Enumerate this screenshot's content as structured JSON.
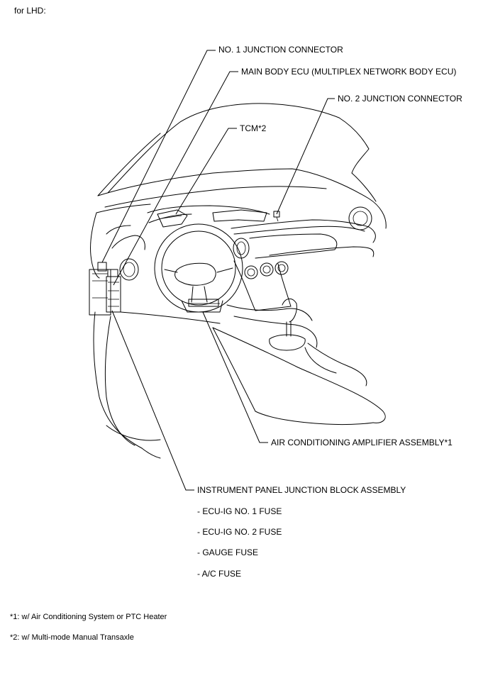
{
  "header": {
    "variant": "for LHD:"
  },
  "labels": {
    "no1_junction": "NO. 1 JUNCTION CONNECTOR",
    "main_body_ecu": "MAIN BODY ECU (MULTIPLEX NETWORK BODY ECU)",
    "no2_junction": "NO. 2 JUNCTION CONNECTOR",
    "tcm": "TCM*2",
    "ac_amplifier": "AIR CONDITIONING AMPLIFIER ASSEMBLY*1",
    "ip_junction_block": "INSTRUMENT PANEL JUNCTION BLOCK ASSEMBLY"
  },
  "fuses": [
    "- ECU-IG NO. 1 FUSE",
    "- ECU-IG NO. 2 FUSE",
    "- GAUGE FUSE",
    "- A/C FUSE"
  ],
  "footnotes": [
    "*1: w/ Air Conditioning System or PTC Heater",
    "*2: w/ Multi-mode Manual Transaxle"
  ]
}
